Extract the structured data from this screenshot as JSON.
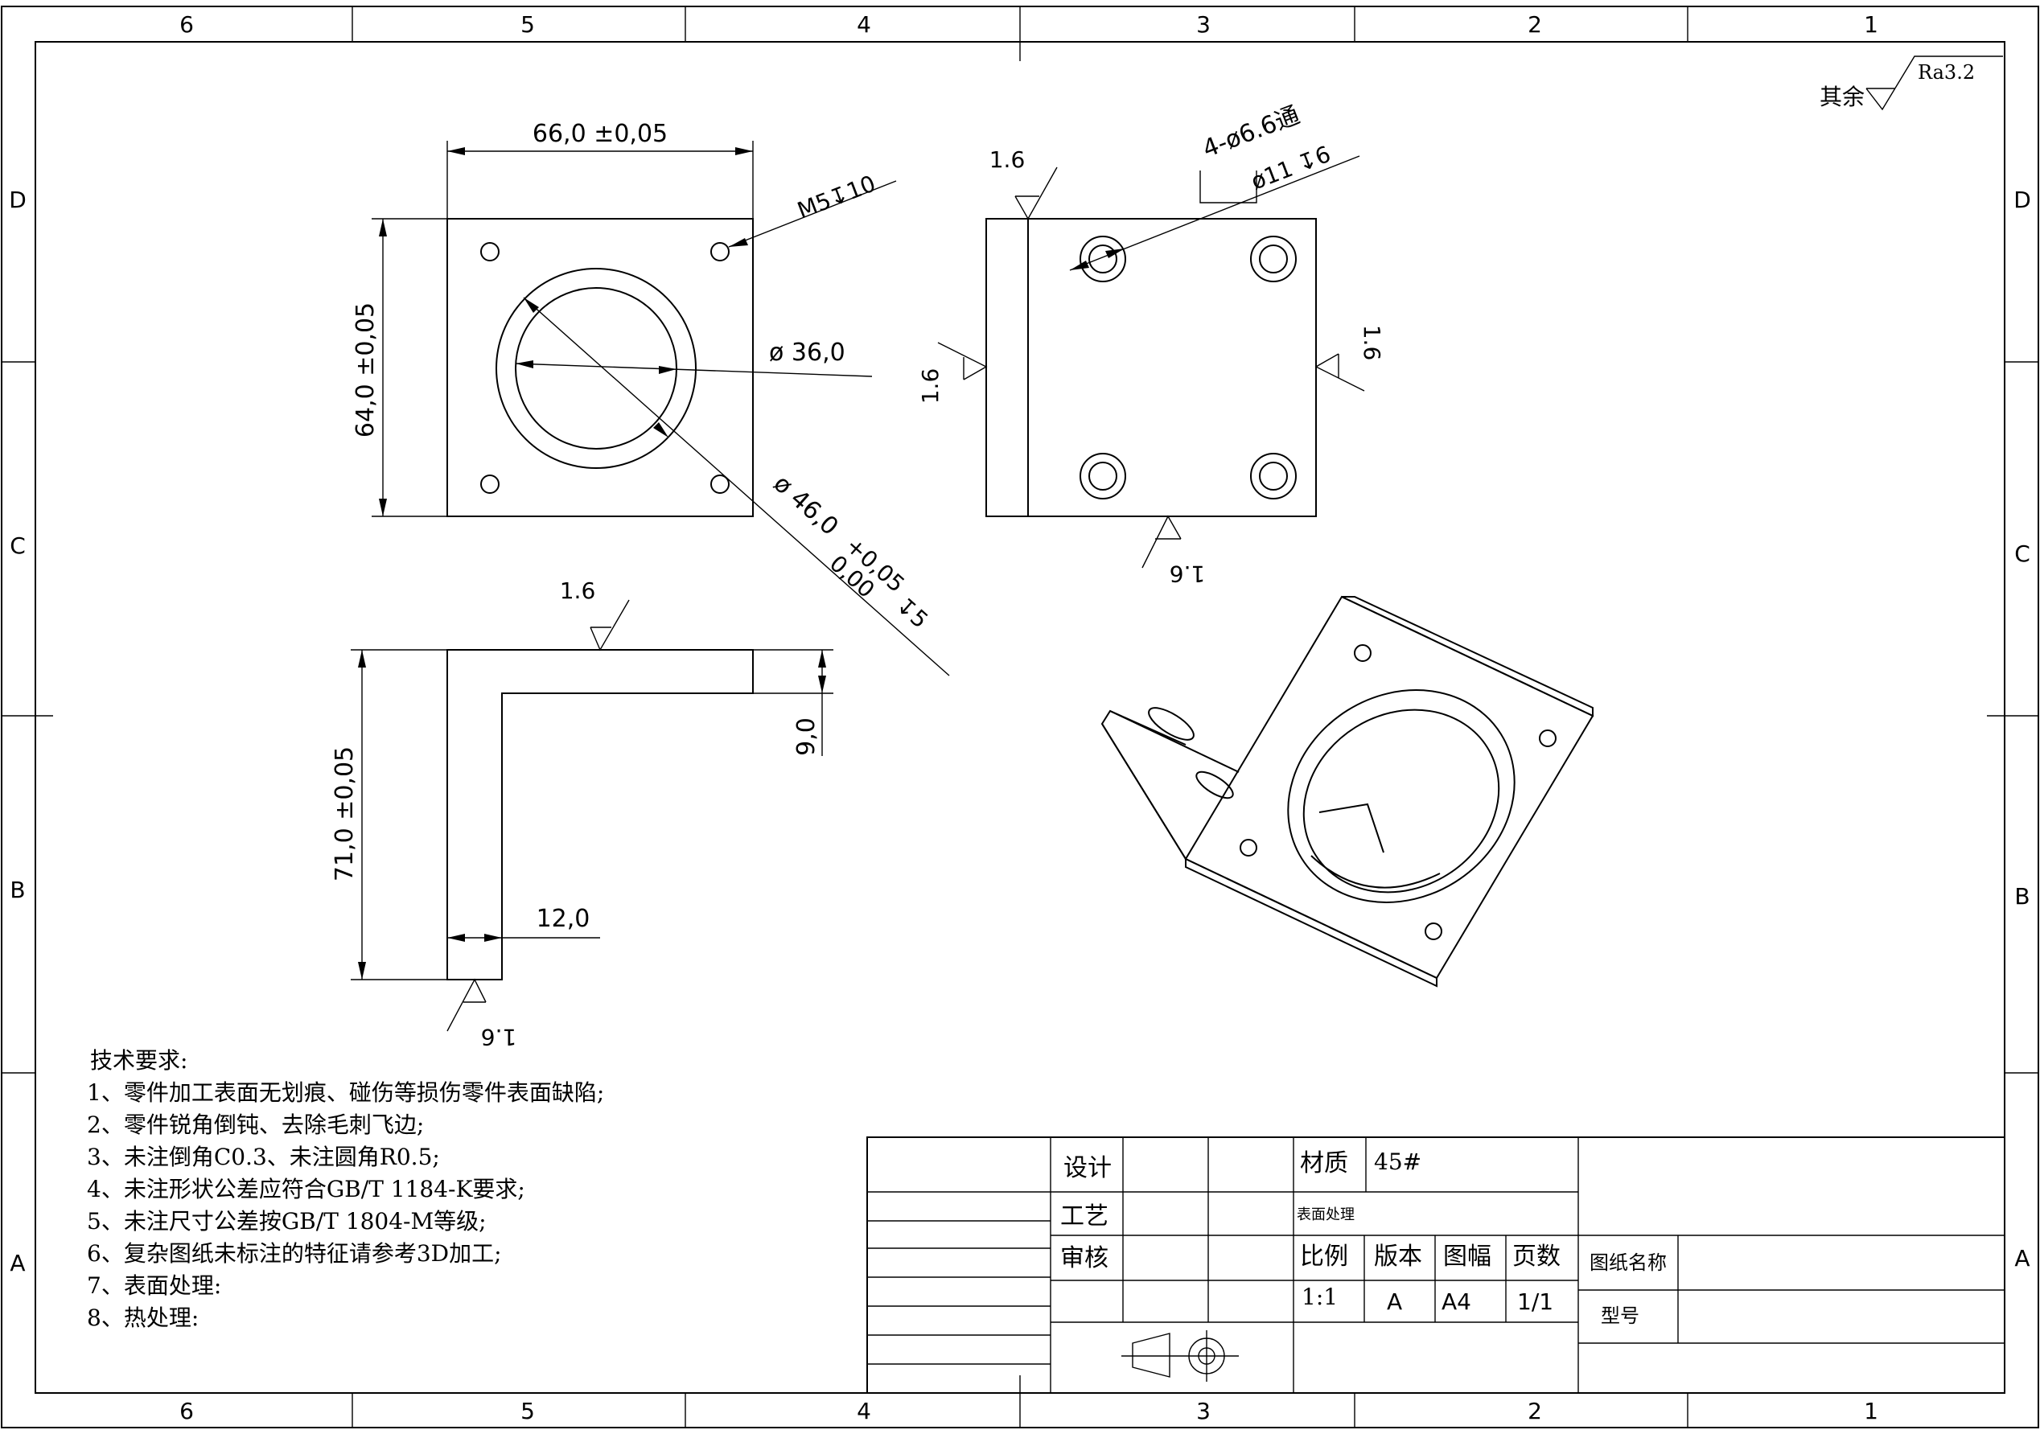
{
  "frame": {
    "col_labels": [
      "6",
      "5",
      "4",
      "3",
      "2",
      "1"
    ],
    "row_labels": [
      "D",
      "C",
      "B",
      "A"
    ]
  },
  "roughness": {
    "prefix": "其余",
    "value": "Ra3.2"
  },
  "front_view": {
    "width_dim": "66,0 ±0,05",
    "height_dim": "64,0 ±0,05",
    "thread_note": "M5↧10",
    "bore_dim": "ø 36,0",
    "counterbore_dim": "ø 46,0",
    "counterbore_tol_upper": "+0,05",
    "counterbore_tol_lower": "0,00",
    "counterbore_depth": "↧5"
  },
  "side_view": {
    "hole_note": "4-ø6.6通",
    "cbore_note": "ø11 ↧6",
    "rough_top": "1.6",
    "rough_left": "1.6",
    "rough_right": "1.6",
    "rough_bottom": "1.6"
  },
  "top_view": {
    "rough_top": "1.6",
    "height_dim": "71,0 ±0,05",
    "thickness_dim": "9,0",
    "width_dim": "12,0",
    "rough_bottom": "1.6"
  },
  "tech_requirements": {
    "title": "技术要求:",
    "items": [
      "1、零件加工表面无划痕、碰伤等损伤零件表面缺陷;",
      "2、零件锐角倒钝、去除毛刺飞边;",
      "3、未注倒角C0.3、未注圆角R0.5;",
      "4、未注形状公差应符合GB/T 1184-K要求;",
      "5、未注尺寸公差按GB/T 1804-M等级;",
      "6、复杂图纸未标注的特征请参考3D加工;",
      "7、表面处理:",
      "8、热处理:"
    ]
  },
  "title_block": {
    "design_label": "设计",
    "process_label": "工艺",
    "review_label": "审核",
    "material_label": "材质",
    "material_value": "45#",
    "surface_label": "表面处理",
    "scale_label": "比例",
    "scale_value": "1:1",
    "version_label": "版本",
    "version_value": "A",
    "size_label": "图幅",
    "size_value": "A4",
    "pages_label": "页数",
    "pages_value": "1/1",
    "drawing_name_label": "图纸名称",
    "model_label": "型号"
  }
}
